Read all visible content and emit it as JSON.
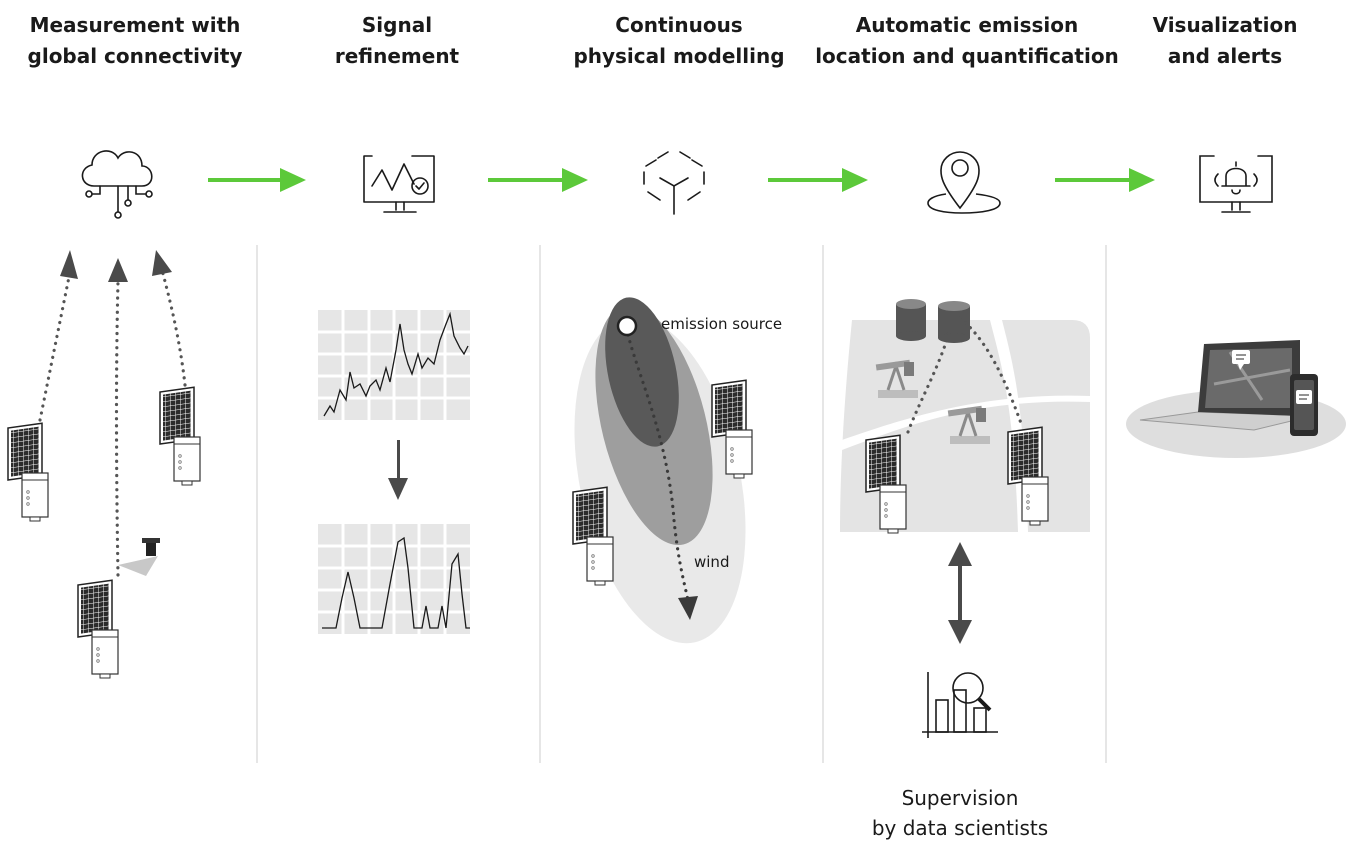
{
  "stages": [
    {
      "line1": "Measurement with",
      "line2": "global connectivity",
      "icon": "cloud-network-icon"
    },
    {
      "line1": "Signal",
      "line2": "refinement",
      "icon": "monitor-signal-check-icon"
    },
    {
      "line1": "Continuous",
      "line2": "physical modelling",
      "icon": "cube-outline-icon"
    },
    {
      "line1": "Automatic emission",
      "line2": "location and quantification",
      "icon": "location-pin-icon"
    },
    {
      "line1": "Visualization",
      "line2": "and alerts",
      "icon": "monitor-bell-icon"
    }
  ],
  "labels": {
    "emission_source": "emission source",
    "wind": "wind"
  },
  "supervision": {
    "line1": "Supervision",
    "line2": "by data scientists",
    "icon": "chart-magnifier-icon"
  },
  "colors": {
    "arrow_green": "#5cc93a",
    "dark_gray": "#4a4a4a",
    "mid_gray": "#9a9a9a",
    "light_gray": "#e3e3e3",
    "divider": "#cccccc"
  }
}
